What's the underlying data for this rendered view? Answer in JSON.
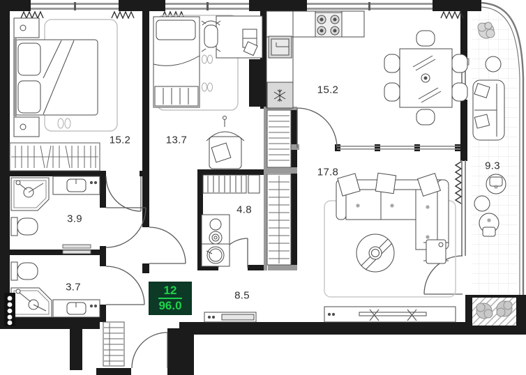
{
  "plan": {
    "badge": {
      "unit_number": "12",
      "total_area": "96.0"
    },
    "rooms": [
      {
        "id": "bedroom-1",
        "area": "15.2"
      },
      {
        "id": "bedroom-2",
        "area": "13.7"
      },
      {
        "id": "kitchen-dining",
        "area": "15.2"
      },
      {
        "id": "living-room",
        "area": "17.8"
      },
      {
        "id": "balcony",
        "area": "9.3"
      },
      {
        "id": "bathroom-1",
        "area": "3.9"
      },
      {
        "id": "bathroom-2",
        "area": "3.7"
      },
      {
        "id": "laundry-bathroom",
        "area": "4.8"
      },
      {
        "id": "hallway",
        "area": "8.5"
      }
    ],
    "icons": {
      "fridge": "snowflake-icon",
      "stove": "burners-icon",
      "radiator": "zigzag-icon",
      "plant": "plant-icon"
    },
    "colors": {
      "wall": "#1b1b1b",
      "light_wall": "#9a9a9a",
      "furniture_stroke": "#4a4a4a",
      "badge_bg": "#0c3a27",
      "badge_text": "#1fd24a"
    }
  }
}
